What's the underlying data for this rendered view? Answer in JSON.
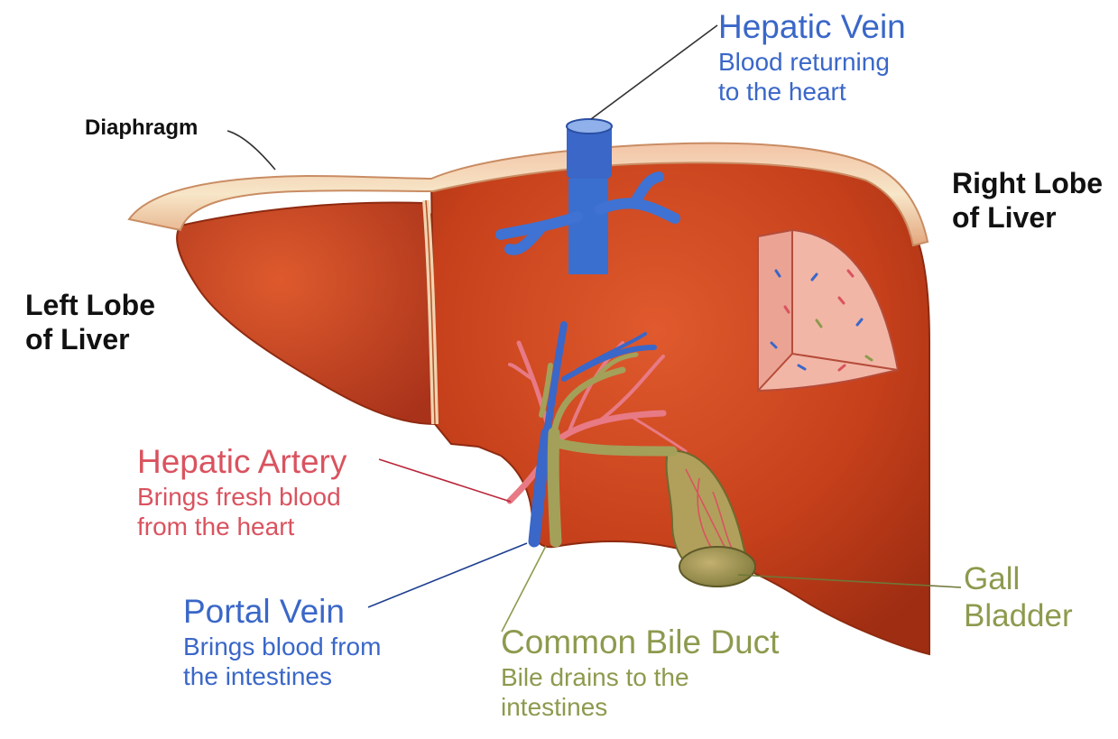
{
  "colors": {
    "vein_blue": "#3a67c8",
    "artery_red": "#d9535f",
    "bile_olive": "#8d9a4e",
    "liver": "#c6401b",
    "label_black": "#111111"
  },
  "labels": {
    "diaphragm": "Diaphragm",
    "left_lobe_line1": "Left Lobe",
    "left_lobe_line2": "of Liver",
    "right_lobe_line1": "Right Lobe",
    "right_lobe_line2": "of Liver",
    "hepatic_vein": {
      "title": "Hepatic Vein",
      "desc_line1": "Blood returning",
      "desc_line2": "to the heart"
    },
    "hepatic_artery": {
      "title": "Hepatic Artery",
      "desc_line1": "Brings fresh blood",
      "desc_line2": "from the heart"
    },
    "portal_vein": {
      "title": "Portal Vein",
      "desc_line1": "Brings blood from",
      "desc_line2": "the intestines"
    },
    "common_bile_duct": {
      "title": "Common Bile Duct",
      "desc_line1": "Bile drains to the",
      "desc_line2": "intestines"
    },
    "gall_bladder": {
      "line1": "Gall",
      "line2": "Bladder"
    }
  }
}
